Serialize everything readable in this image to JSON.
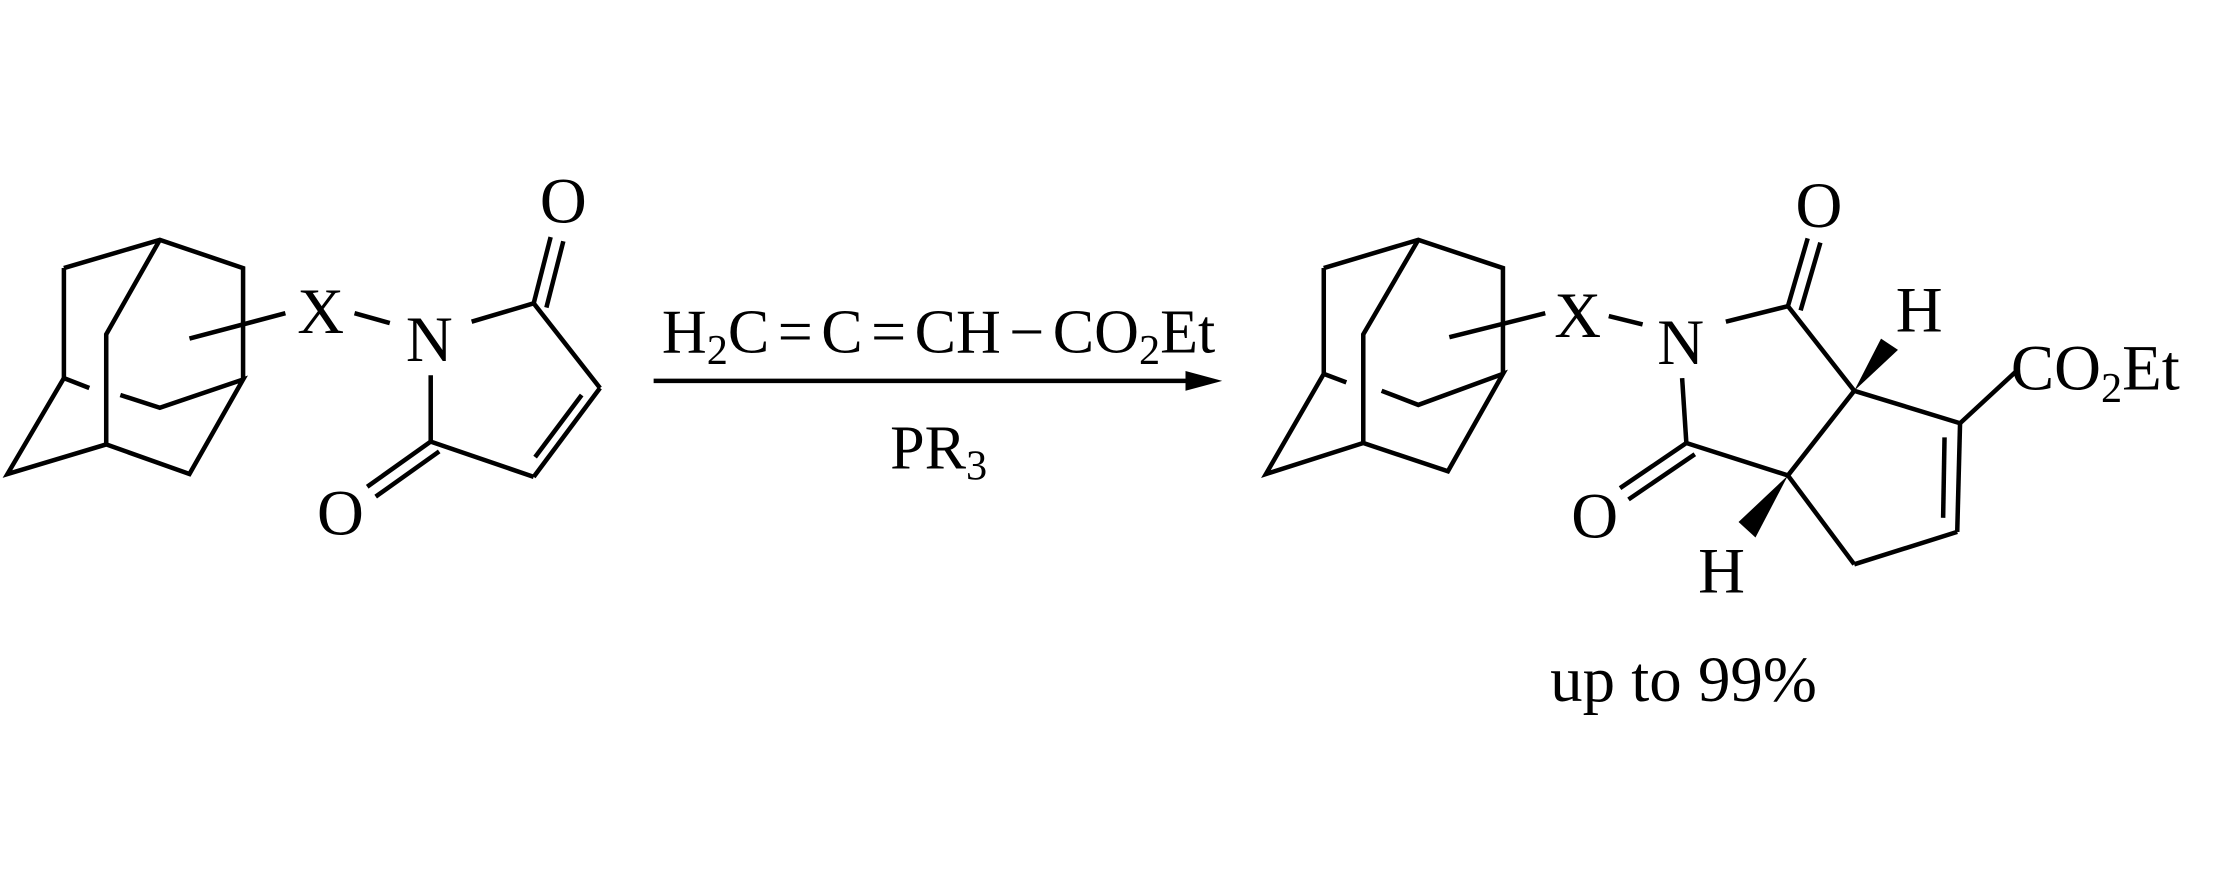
{
  "reactant": {
    "linker": "X",
    "nitrogen": "N",
    "oxygen_top": "O",
    "oxygen_bottom": "O"
  },
  "reagents": {
    "above": {
      "h": "H",
      "h_sub": "2",
      "c1": "C",
      "eq1": "=",
      "c2": "C",
      "eq2": "=",
      "ch": "CH",
      "dash": "−",
      "co": "CO",
      "o_sub": "2",
      "et": "Et"
    },
    "below": {
      "pr": "PR",
      "sub": "3"
    }
  },
  "product": {
    "linker": "X",
    "nitrogen": "N",
    "oxygen_top": "O",
    "oxygen_bottom": "O",
    "hydrogen_top": "H",
    "hydrogen_bottom": "H",
    "ester": {
      "co": "CO",
      "sub": "2",
      "et": "Et"
    },
    "yield": "up to 99%"
  }
}
